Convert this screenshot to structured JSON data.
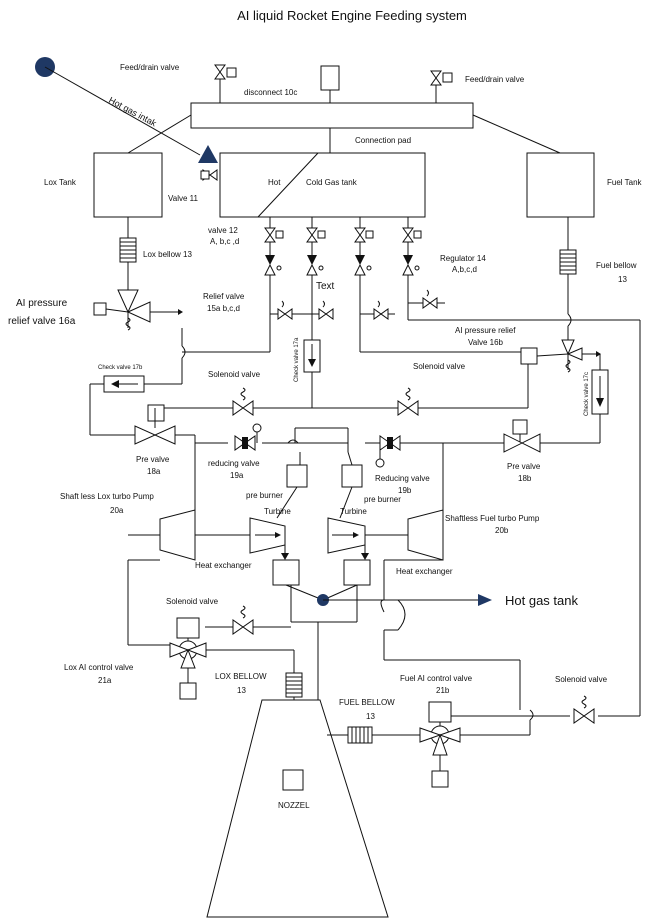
{
  "title": "AI liquid Rocket Engine Feeding system",
  "labels": {
    "feed_drain_left": "Feed/drain valve",
    "feed_drain_right": "Feed/drain valve",
    "disconnect": "disconnect  10c",
    "hot_gas_intake": "Hot gas intak",
    "connection_pad": "Connection pad",
    "lox_tank": "Lox Tank",
    "fuel_tank": "Fuel Tank",
    "hot": "Hot",
    "cold_gas_tank": "Cold Gas tank",
    "valve_11": "Valve    11",
    "valve_12_line1": "valve   12",
    "valve_12_line2": "A, b,c ,d",
    "regulator_line1": "Regulator 14",
    "regulator_line2": "A,b,c,d",
    "lox_bellow_13": "Lox bellow  13",
    "fuel_bellow_line1": "Fuel bellow",
    "fuel_bellow_line2": "13",
    "ai_pressure_relief_line1": "AI pressure",
    "ai_pressure_relief_line2": "relief valve  16a",
    "relief_valve_line1": "Relief valve",
    "relief_valve_line2": "15a b,c,d",
    "text_label": "Text",
    "check_valve_17a": "Check valve  17a",
    "ai_pressure_relief_b_line1": "AI pressure relief",
    "ai_pressure_relief_b_line2": "Valve   16b",
    "check_valve_17b": "Check valve 17b",
    "check_valve_17c": "Check valve 17c",
    "solenoid_left": "Solenoid valve",
    "solenoid_right": "Solenoid valve",
    "pre_valve_left_line1": "Pre valve",
    "pre_valve_left_line2": "18a",
    "pre_valve_right_line1": "Pre valve",
    "pre_valve_right_line2": "18b",
    "reducing_left_line1": "reducing valve",
    "reducing_left_line2": "19a",
    "reducing_right_line1": "Reducing valve",
    "reducing_right_line2": "19b",
    "pre_burner_left": "pre burner",
    "pre_burner_right": "pre burner",
    "shaft_lox_line1": "Shaft less Lox turbo Pump",
    "shaft_lox_line2": "20a",
    "shaft_fuel_line1": "Shaftless Fuel turbo Pump",
    "shaft_fuel_line2": "20b",
    "turbine_left": "Turbine",
    "turbine_right": "Turbine",
    "heat_exchanger_left": "Heat exchanger",
    "heat_exchanger_right": "Heat exchanger",
    "hot_gas_tank": "Hot gas tank",
    "solenoid_lower": "Solenoid valve",
    "solenoid_lower_right": "Solenoid valve",
    "lox_ai_control_line1": "Lox AI control valve",
    "lox_ai_control_line2": "21a",
    "fuel_ai_control_line1": "Fuel AI control valve",
    "fuel_ai_control_line2": "21b",
    "lox_bellow_line1": "LOX BELLOW",
    "lox_bellow_line2": "13",
    "fuel_bellow_lower_line1": "FUEL BELLOW",
    "fuel_bellow_lower_line2": "13",
    "nozzel": "NOZZEL"
  },
  "colors": {
    "accent": "#1f3864",
    "line": "#111111"
  }
}
